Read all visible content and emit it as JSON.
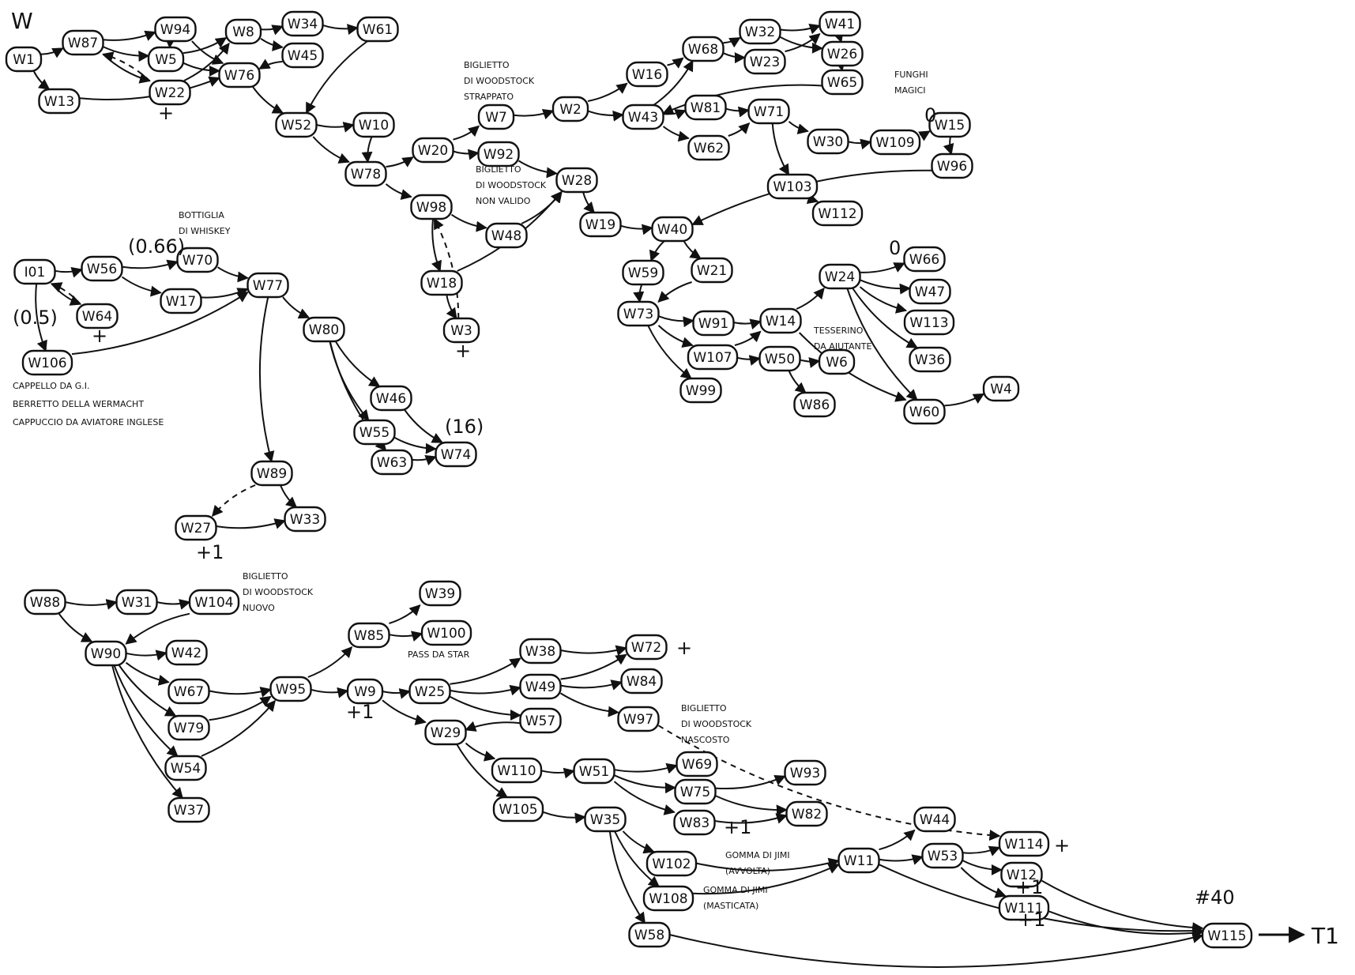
{
  "diagram": {
    "title": "W",
    "exit_label": "T1",
    "nodes": [
      {
        "id": "W1",
        "label": "W1"
      },
      {
        "id": "W87",
        "label": "W87"
      },
      {
        "id": "W94",
        "label": "W94"
      },
      {
        "id": "W5",
        "label": "W5"
      },
      {
        "id": "W22",
        "label": "W22"
      },
      {
        "id": "W13",
        "label": "W13"
      },
      {
        "id": "W8",
        "label": "W8"
      },
      {
        "id": "W76",
        "label": "W76"
      },
      {
        "id": "W34",
        "label": "W34"
      },
      {
        "id": "W45",
        "label": "W45"
      },
      {
        "id": "W61",
        "label": "W61"
      },
      {
        "id": "W52",
        "label": "W52"
      },
      {
        "id": "W10",
        "label": "W10"
      },
      {
        "id": "W78",
        "label": "W78"
      },
      {
        "id": "W20",
        "label": "W20"
      },
      {
        "id": "W7",
        "label": "W7"
      },
      {
        "id": "W92",
        "label": "W92"
      },
      {
        "id": "W2",
        "label": "W2"
      },
      {
        "id": "W28",
        "label": "W28"
      },
      {
        "id": "W98",
        "label": "W98"
      },
      {
        "id": "W48",
        "label": "W48"
      },
      {
        "id": "W18",
        "label": "W18"
      },
      {
        "id": "W3",
        "label": "W3"
      },
      {
        "id": "W16",
        "label": "W16"
      },
      {
        "id": "W43",
        "label": "W43"
      },
      {
        "id": "W68",
        "label": "W68"
      },
      {
        "id": "W32",
        "label": "W32"
      },
      {
        "id": "W23",
        "label": "W23"
      },
      {
        "id": "W41",
        "label": "W41"
      },
      {
        "id": "W26",
        "label": "W26"
      },
      {
        "id": "W65",
        "label": "W65"
      },
      {
        "id": "W81",
        "label": "W81"
      },
      {
        "id": "W62",
        "label": "W62"
      },
      {
        "id": "W71",
        "label": "W71"
      },
      {
        "id": "W30",
        "label": "W30"
      },
      {
        "id": "W109",
        "label": "W109"
      },
      {
        "id": "W15",
        "label": "W15"
      },
      {
        "id": "W96",
        "label": "W96"
      },
      {
        "id": "W103",
        "label": "W103"
      },
      {
        "id": "W112",
        "label": "W112"
      },
      {
        "id": "W19",
        "label": "W19"
      },
      {
        "id": "W40",
        "label": "W40"
      },
      {
        "id": "W59",
        "label": "W59"
      },
      {
        "id": "W21",
        "label": "W21"
      },
      {
        "id": "W73",
        "label": "W73"
      },
      {
        "id": "W91",
        "label": "W91"
      },
      {
        "id": "W14",
        "label": "W14"
      },
      {
        "id": "W107",
        "label": "W107"
      },
      {
        "id": "W50",
        "label": "W50"
      },
      {
        "id": "W6",
        "label": "W6"
      },
      {
        "id": "W99",
        "label": "W99"
      },
      {
        "id": "W86",
        "label": "W86"
      },
      {
        "id": "W24",
        "label": "W24"
      },
      {
        "id": "W66",
        "label": "W66"
      },
      {
        "id": "W47",
        "label": "W47"
      },
      {
        "id": "W113",
        "label": "W113"
      },
      {
        "id": "W36",
        "label": "W36"
      },
      {
        "id": "W60",
        "label": "W60"
      },
      {
        "id": "W4",
        "label": "W4"
      },
      {
        "id": "I01",
        "label": "I01"
      },
      {
        "id": "W56",
        "label": "W56"
      },
      {
        "id": "W70",
        "label": "W70"
      },
      {
        "id": "W17",
        "label": "W17"
      },
      {
        "id": "W64",
        "label": "W64"
      },
      {
        "id": "W106",
        "label": "W106"
      },
      {
        "id": "W77",
        "label": "W77"
      },
      {
        "id": "W80",
        "label": "W80"
      },
      {
        "id": "W46",
        "label": "W46"
      },
      {
        "id": "W55",
        "label": "W55"
      },
      {
        "id": "W63",
        "label": "W63"
      },
      {
        "id": "W74",
        "label": "W74"
      },
      {
        "id": "W89",
        "label": "W89"
      },
      {
        "id": "W27",
        "label": "W27"
      },
      {
        "id": "W33",
        "label": "W33"
      },
      {
        "id": "W88",
        "label": "W88"
      },
      {
        "id": "W31",
        "label": "W31"
      },
      {
        "id": "W104",
        "label": "W104"
      },
      {
        "id": "W90",
        "label": "W90"
      },
      {
        "id": "W42",
        "label": "W42"
      },
      {
        "id": "W67",
        "label": "W67"
      },
      {
        "id": "W79",
        "label": "W79"
      },
      {
        "id": "W54",
        "label": "W54"
      },
      {
        "id": "W37",
        "label": "W37"
      },
      {
        "id": "W95",
        "label": "W95"
      },
      {
        "id": "W85",
        "label": "W85"
      },
      {
        "id": "W39",
        "label": "W39"
      },
      {
        "id": "W100",
        "label": "W100"
      },
      {
        "id": "W9",
        "label": "W9"
      },
      {
        "id": "W25",
        "label": "W25"
      },
      {
        "id": "W29",
        "label": "W29"
      },
      {
        "id": "W38",
        "label": "W38"
      },
      {
        "id": "W49",
        "label": "W49"
      },
      {
        "id": "W57",
        "label": "W57"
      },
      {
        "id": "W72",
        "label": "W72"
      },
      {
        "id": "W84",
        "label": "W84"
      },
      {
        "id": "W97",
        "label": "W97"
      },
      {
        "id": "W110",
        "label": "W110"
      },
      {
        "id": "W105",
        "label": "W105"
      },
      {
        "id": "W51",
        "label": "W51"
      },
      {
        "id": "W69",
        "label": "W69"
      },
      {
        "id": "W75",
        "label": "W75"
      },
      {
        "id": "W93",
        "label": "W93"
      },
      {
        "id": "W83",
        "label": "W83"
      },
      {
        "id": "W82",
        "label": "W82"
      },
      {
        "id": "W35",
        "label": "W35"
      },
      {
        "id": "W102",
        "label": "W102"
      },
      {
        "id": "W108",
        "label": "W108"
      },
      {
        "id": "W58",
        "label": "W58"
      },
      {
        "id": "W11",
        "label": "W11"
      },
      {
        "id": "W44",
        "label": "W44"
      },
      {
        "id": "W53",
        "label": "W53"
      },
      {
        "id": "W114",
        "label": "W114"
      },
      {
        "id": "W12",
        "label": "W12"
      },
      {
        "id": "W111",
        "label": "W111"
      },
      {
        "id": "W115",
        "label": "W115"
      }
    ],
    "edges": [
      [
        "W1",
        "W87"
      ],
      [
        "W1",
        "W13"
      ],
      [
        "W87",
        "W94"
      ],
      [
        "W87",
        "W5"
      ],
      [
        "W87",
        "W22"
      ],
      [
        "W22",
        "W87",
        "dashed"
      ],
      [
        "W94",
        "W5"
      ],
      [
        "W5",
        "W8"
      ],
      [
        "W5",
        "W76"
      ],
      [
        "W13",
        "W76"
      ],
      [
        "W94",
        "W76"
      ],
      [
        "W22",
        "W8"
      ],
      [
        "W8",
        "W34"
      ],
      [
        "W8",
        "W45"
      ],
      [
        "W34",
        "W61"
      ],
      [
        "W45",
        "W76"
      ],
      [
        "W61",
        "W52"
      ],
      [
        "W76",
        "W52"
      ],
      [
        "W52",
        "W10"
      ],
      [
        "W52",
        "W78"
      ],
      [
        "W10",
        "W78"
      ],
      [
        "W78",
        "W20"
      ],
      [
        "W78",
        "W98"
      ],
      [
        "W20",
        "W7"
      ],
      [
        "W20",
        "W92"
      ],
      [
        "W7",
        "W2"
      ],
      [
        "W92",
        "W28"
      ],
      [
        "W98",
        "W48"
      ],
      [
        "W98",
        "W18"
      ],
      [
        "W48",
        "W28"
      ],
      [
        "W18",
        "W28"
      ],
      [
        "W18",
        "W3"
      ],
      [
        "W3",
        "W98",
        "dashed"
      ],
      [
        "W2",
        "W16"
      ],
      [
        "W2",
        "W43"
      ],
      [
        "W16",
        "W68"
      ],
      [
        "W43",
        "W68"
      ],
      [
        "W68",
        "W32"
      ],
      [
        "W68",
        "W23"
      ],
      [
        "W32",
        "W41"
      ],
      [
        "W32",
        "W26"
      ],
      [
        "W23",
        "W41"
      ],
      [
        "W41",
        "W26"
      ],
      [
        "W26",
        "W65"
      ],
      [
        "W65",
        "W43"
      ],
      [
        "W43",
        "W81"
      ],
      [
        "W43",
        "W62"
      ],
      [
        "W81",
        "W71"
      ],
      [
        "W62",
        "W71"
      ],
      [
        "W71",
        "W30"
      ],
      [
        "W71",
        "W103"
      ],
      [
        "W30",
        "W109"
      ],
      [
        "W109",
        "W15"
      ],
      [
        "W15",
        "W96"
      ],
      [
        "W103",
        "W112"
      ],
      [
        "W96",
        "W40"
      ],
      [
        "W28",
        "W19"
      ],
      [
        "W19",
        "W40"
      ],
      [
        "W40",
        "W59"
      ],
      [
        "W40",
        "W21"
      ],
      [
        "W59",
        "W73"
      ],
      [
        "W21",
        "W73"
      ],
      [
        "W73",
        "W91"
      ],
      [
        "W73",
        "W107"
      ],
      [
        "W73",
        "W99"
      ],
      [
        "W91",
        "W14"
      ],
      [
        "W107",
        "W14"
      ],
      [
        "W107",
        "W50"
      ],
      [
        "W50",
        "W6"
      ],
      [
        "W50",
        "W86"
      ],
      [
        "W14",
        "W24"
      ],
      [
        "W14",
        "W60"
      ],
      [
        "W24",
        "W66"
      ],
      [
        "W24",
        "W47"
      ],
      [
        "W24",
        "W113"
      ],
      [
        "W24",
        "W36"
      ],
      [
        "W24",
        "W60"
      ],
      [
        "W60",
        "W4"
      ],
      [
        "I01",
        "W56"
      ],
      [
        "I01",
        "W64"
      ],
      [
        "I01",
        "W106"
      ],
      [
        "W64",
        "I01",
        "dashed"
      ],
      [
        "W56",
        "W70"
      ],
      [
        "W56",
        "W17"
      ],
      [
        "W70",
        "W77"
      ],
      [
        "W17",
        "W77"
      ],
      [
        "W106",
        "W77"
      ],
      [
        "W77",
        "W80"
      ],
      [
        "W77",
        "W89"
      ],
      [
        "W80",
        "W46"
      ],
      [
        "W80",
        "W55"
      ],
      [
        "W80",
        "W63"
      ],
      [
        "W46",
        "W74"
      ],
      [
        "W55",
        "W74"
      ],
      [
        "W63",
        "W74"
      ],
      [
        "W89",
        "W27",
        "dashed"
      ],
      [
        "W89",
        "W33"
      ],
      [
        "W27",
        "W33"
      ],
      [
        "W88",
        "W31"
      ],
      [
        "W88",
        "W90"
      ],
      [
        "W31",
        "W104"
      ],
      [
        "W104",
        "W90"
      ],
      [
        "W90",
        "W42"
      ],
      [
        "W90",
        "W67"
      ],
      [
        "W90",
        "W79"
      ],
      [
        "W90",
        "W54"
      ],
      [
        "W90",
        "W37"
      ],
      [
        "W67",
        "W95"
      ],
      [
        "W79",
        "W95"
      ],
      [
        "W54",
        "W95"
      ],
      [
        "W95",
        "W85"
      ],
      [
        "W95",
        "W9"
      ],
      [
        "W85",
        "W39"
      ],
      [
        "W85",
        "W100"
      ],
      [
        "W9",
        "W25"
      ],
      [
        "W9",
        "W29"
      ],
      [
        "W25",
        "W38"
      ],
      [
        "W25",
        "W49"
      ],
      [
        "W25",
        "W57"
      ],
      [
        "W38",
        "W72"
      ],
      [
        "W49",
        "W72"
      ],
      [
        "W49",
        "W84"
      ],
      [
        "W49",
        "W97"
      ],
      [
        "W57",
        "W29"
      ],
      [
        "W29",
        "W110"
      ],
      [
        "W29",
        "W105"
      ],
      [
        "W110",
        "W51"
      ],
      [
        "W105",
        "W35"
      ],
      [
        "W51",
        "W69"
      ],
      [
        "W51",
        "W75"
      ],
      [
        "W51",
        "W83"
      ],
      [
        "W75",
        "W93"
      ],
      [
        "W75",
        "W82"
      ],
      [
        "W83",
        "W82"
      ],
      [
        "W35",
        "W102"
      ],
      [
        "W35",
        "W108"
      ],
      [
        "W35",
        "W58"
      ],
      [
        "W102",
        "W11"
      ],
      [
        "W108",
        "W11"
      ],
      [
        "W11",
        "W44"
      ],
      [
        "W11",
        "W53"
      ],
      [
        "W11",
        "W115"
      ],
      [
        "W53",
        "W114"
      ],
      [
        "W53",
        "W12"
      ],
      [
        "W53",
        "W111"
      ],
      [
        "W12",
        "W115"
      ],
      [
        "W111",
        "W115"
      ],
      [
        "W58",
        "W115"
      ],
      [
        "W97",
        "W114",
        "dashed"
      ]
    ],
    "notes": [
      {
        "id": "biglietto-strappato",
        "lines": [
          "BIGLIETTO",
          "DI WOODSTOCK",
          "STRAPPATO"
        ]
      },
      {
        "id": "biglietto-non-valido",
        "lines": [
          "BIGLIETTO",
          "DI WOODSTOCK",
          "NON VALIDO"
        ]
      },
      {
        "id": "funghi",
        "lines": [
          "FUNGHI",
          "MAGICI"
        ]
      },
      {
        "id": "bottiglia",
        "lines": [
          "BOTTIGLIA",
          "DI WHISKEY"
        ]
      },
      {
        "id": "tesserino",
        "lines": [
          "TESSERINO",
          "DA AIUTANTE"
        ]
      },
      {
        "id": "cappello",
        "lines": [
          "CAPPELLO DA G.I.",
          "BERRETTO DELLA WERMACHT",
          "CAPPUCCIO DA AVIATORE INGLESE"
        ]
      },
      {
        "id": "biglietto-nuovo",
        "lines": [
          "BIGLIETTO",
          "DI WOODSTOCK",
          "NUOVO"
        ]
      },
      {
        "id": "pass",
        "lines": [
          "PASS DA STAR"
        ]
      },
      {
        "id": "biglietto-nascosto",
        "lines": [
          "BIGLIETTO",
          "DI WOODSTOCK",
          "NASCOSTO"
        ]
      },
      {
        "id": "gomma-avvolta",
        "lines": [
          "GOMMA DI JIMI",
          "(AVVOLTA)"
        ]
      },
      {
        "id": "gomma-masticata",
        "lines": [
          "GOMMA DI JIMI",
          "(MASTICATA)"
        ]
      }
    ],
    "marks": [
      {
        "id": "W22-cross",
        "text": "+"
      },
      {
        "id": "W3-cross",
        "text": "+"
      },
      {
        "id": "W64-cross",
        "text": "+"
      },
      {
        "id": "W72-cross",
        "text": "+"
      },
      {
        "id": "W114-cross",
        "text": "+"
      },
      {
        "id": "W27-plus",
        "text": "+1"
      },
      {
        "id": "W9-plus",
        "text": "+1"
      },
      {
        "id": "W83-plus",
        "text": "+1"
      },
      {
        "id": "W12-plus",
        "text": "+1"
      },
      {
        "id": "W111-plus",
        "text": "+1"
      },
      {
        "id": "W70-count",
        "text": "(0.66)"
      },
      {
        "id": "W74-count",
        "text": "(16)"
      },
      {
        "id": "W106-count",
        "text": "(0.5)"
      },
      {
        "id": "W15-zero",
        "text": "0"
      },
      {
        "id": "W66-zero",
        "text": "0"
      },
      {
        "id": "W115-count",
        "text": "#40"
      }
    ]
  }
}
